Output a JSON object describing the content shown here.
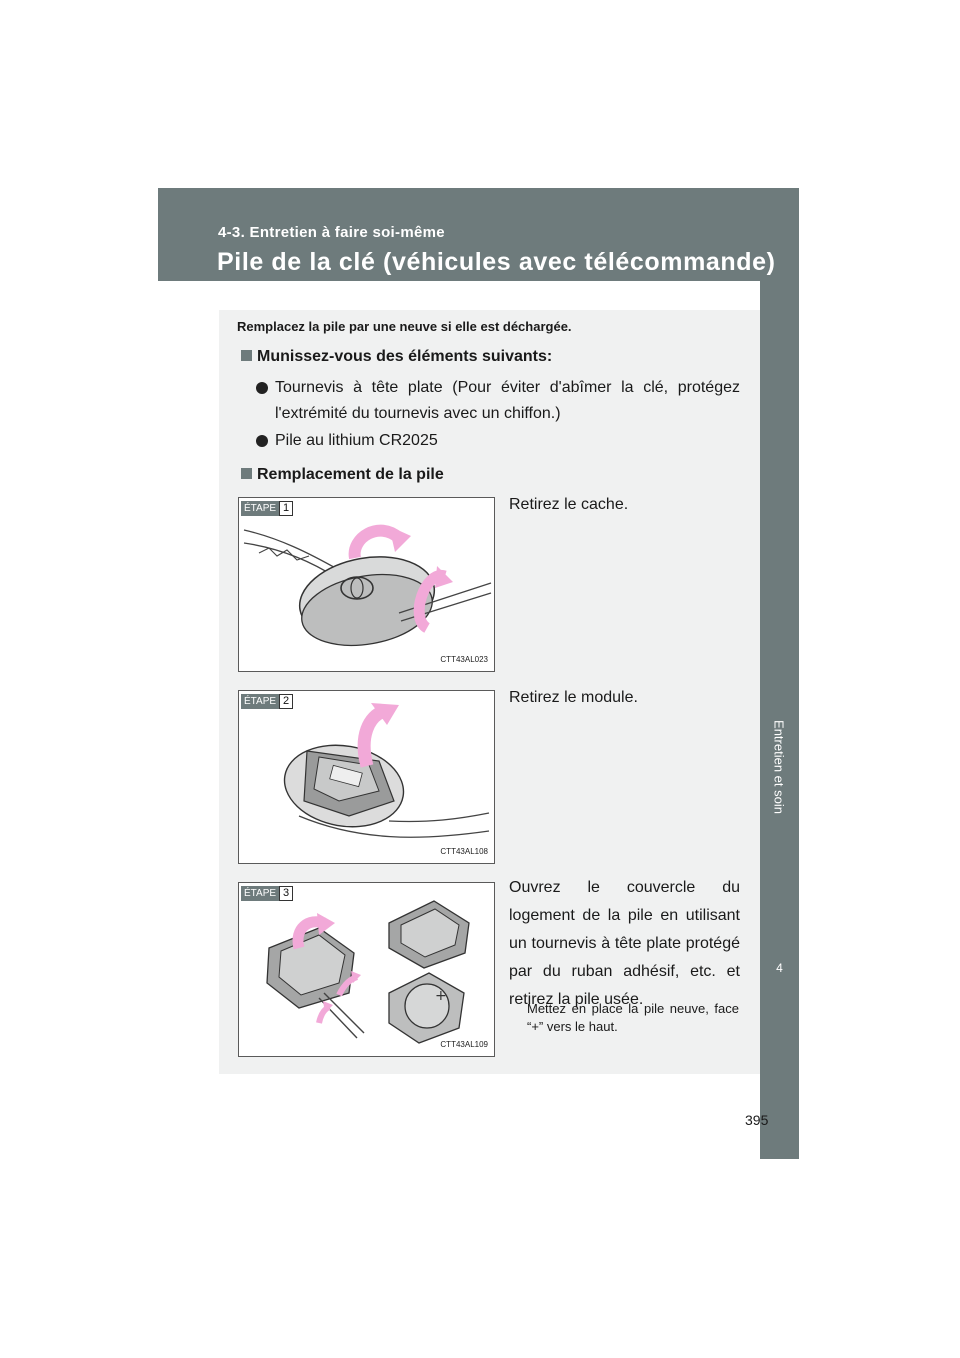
{
  "header": {
    "section": "4-3. Entretien à faire soi-même",
    "title": "Pile de la clé (véhicules avec télécommande)"
  },
  "side_tab": {
    "number": "4",
    "label": "Entretien et soin"
  },
  "intro": "Remplacez la pile par une neuve si elle est déchargée.",
  "requirements": {
    "heading": "Munissez-vous des éléments suivants:",
    "items": [
      "Tournevis à tête plate (Pour éviter d'abîmer la clé, protégez l'extrémité du tournevis avec un chiffon.)",
      "Pile au lithium CR2025"
    ]
  },
  "replacement": {
    "heading": "Remplacement de la pile",
    "steps": [
      {
        "badge": "ÉTAPE",
        "number": "1",
        "code": "CTT43AL023",
        "text": "Retirez le cache."
      },
      {
        "badge": "ÉTAPE",
        "number": "2",
        "code": "CTT43AL108",
        "text": "Retirez le module."
      },
      {
        "badge": "ÉTAPE",
        "number": "3",
        "code": "CTT43AL109",
        "text": "Ouvrez le couvercle du logement de la pile en utilisant un tournevis à tête plate protégé par du ruban adhésif, etc. et retirez la pile usée.",
        "note": "Mettez en place la pile neuve, face “+” vers le haut."
      }
    ]
  },
  "page_number": "395",
  "colors": {
    "header": "#6e7b7c",
    "content_bg": "#f0f1f1",
    "arrow": "#f2a9d8"
  }
}
